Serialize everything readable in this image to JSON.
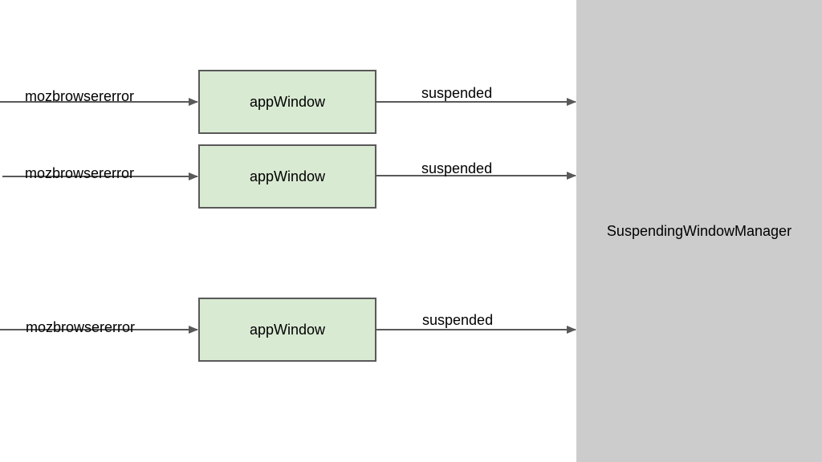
{
  "colors": {
    "app_box_fill": "#d9ead3",
    "manager_fill": "#cccccc",
    "arrow": "#595959"
  },
  "manager": {
    "label": "SuspendingWindowManager"
  },
  "rows": [
    {
      "input_label": "mozbrowsererror",
      "box_label": "appWindow",
      "output_label": "suspended"
    },
    {
      "input_label": "mozbrowsererror",
      "box_label": "appWindow",
      "output_label": "suspended"
    },
    {
      "input_label": "mozbrowsererror",
      "box_label": "appWindow",
      "output_label": "suspended"
    }
  ]
}
